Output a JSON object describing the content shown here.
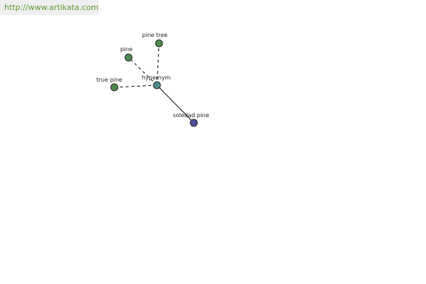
{
  "header": {
    "url": "http://www.artikata.com"
  },
  "graph": {
    "center": {
      "label": "hypernym",
      "color": "#4f8a8a"
    },
    "nodes": [
      {
        "id": "pine-tree",
        "label": "pine tree",
        "color": "#4e8a4e",
        "link": "dashed"
      },
      {
        "id": "pine",
        "label": "pine",
        "color": "#4e8a4e",
        "link": "dashed"
      },
      {
        "id": "true-pine",
        "label": "true pine",
        "color": "#4e8a4e",
        "link": "dashed"
      },
      {
        "id": "soledad-pine",
        "label": "soledad pine",
        "color": "#4d4d9a",
        "link": "solid"
      }
    ]
  }
}
